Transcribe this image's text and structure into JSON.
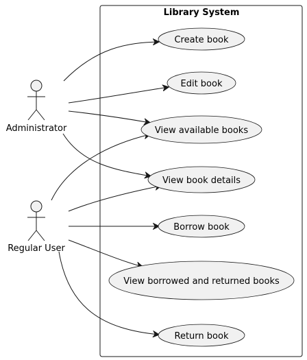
{
  "system": {
    "title": "Library System"
  },
  "actors": [
    {
      "id": "admin",
      "label": "Administrator"
    },
    {
      "id": "user",
      "label": "Regular User"
    }
  ],
  "use_cases": [
    {
      "id": "create",
      "label": "Create book"
    },
    {
      "id": "edit",
      "label": "Edit book"
    },
    {
      "id": "view_available",
      "label": "View available books"
    },
    {
      "id": "view_details",
      "label": "View book details"
    },
    {
      "id": "borrow",
      "label": "Borrow book"
    },
    {
      "id": "view_borrowed",
      "label": "View borrowed and returned books"
    },
    {
      "id": "return",
      "label": "Return book"
    }
  ],
  "associations": [
    {
      "from": "admin",
      "to": "create"
    },
    {
      "from": "admin",
      "to": "edit"
    },
    {
      "from": "admin",
      "to": "view_available"
    },
    {
      "from": "admin",
      "to": "view_details"
    },
    {
      "from": "user",
      "to": "view_available"
    },
    {
      "from": "user",
      "to": "view_details"
    },
    {
      "from": "user",
      "to": "borrow"
    },
    {
      "from": "user",
      "to": "view_borrowed"
    },
    {
      "from": "user",
      "to": "return"
    }
  ],
  "colors": {
    "fill": "#f1f1f1",
    "stroke": "#181818",
    "background": "#ffffff"
  }
}
